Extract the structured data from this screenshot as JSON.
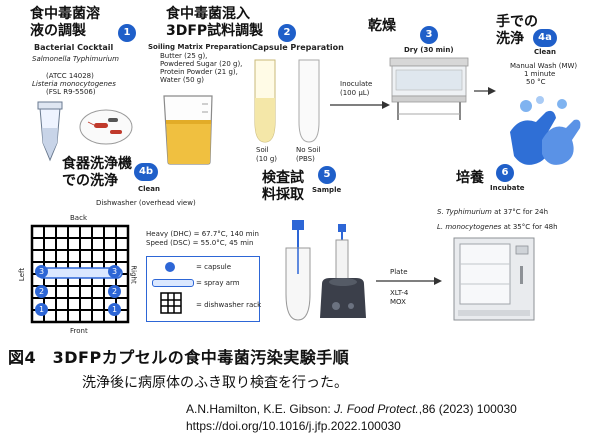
{
  "steps": {
    "s1": {
      "jp_line1": "食中毒菌溶",
      "jp_line2": "液の調製",
      "num": "1",
      "title": "Bacterial Cocktail",
      "line1": "Salmonella Typhimurium",
      "line2": "(ATCC 14028)",
      "line3": "Listeria monocytogenes",
      "line4": "(FSL R9-5506)"
    },
    "s2": {
      "jp_line1": "食中毒菌混入",
      "jp_line2": "3DFP試料調製",
      "num": "2",
      "title": "Soiling Matrix Preparation",
      "line1": "Butter (25 g),",
      "line2": "Powdered Sugar (20 g),",
      "line3": "Protein Powder (21 g),",
      "line4": "Water (50 g)"
    },
    "caps": {
      "title": "Capsule Preparation",
      "soil_label1": "Soil",
      "soil_label2": "(10 g)",
      "nosoil_label1": "No Soil",
      "nosoil_label2": "(PBS)",
      "inoculate1": "Inoculate",
      "inoculate2": "(100 µL)"
    },
    "s3": {
      "jp": "乾燥",
      "num": "3",
      "title": "Dry (30 min)"
    },
    "s4a": {
      "jp_line1": "手での",
      "jp_line2": "洗浄",
      "num": "4a",
      "title": "Clean",
      "line1": "Manual Wash (MW)",
      "line2": "1 minute",
      "line3": "50 °C"
    },
    "s4b": {
      "jp_line1": "食器洗浄機",
      "jp_line2": "での洗浄",
      "num": "4b",
      "title": "Clean",
      "subtitle": "Dishwasher (overhead view)",
      "back": "Back",
      "front": "Front",
      "left": "Left",
      "right": "Right",
      "heavy": "Heavy (DHC) = 67.7°C, 140 min",
      "speed": "Speed (DSC) = 55.0°C, 45 min",
      "legend_capsule": "= capsule",
      "legend_arm": "= spray arm",
      "legend_rack": "= dishwasher rack",
      "rack_numbers": [
        "3",
        "2",
        "1",
        "3",
        "2",
        "1"
      ]
    },
    "s5": {
      "jp_line1": "検査試",
      "jp_line2": "料採取",
      "num": "5",
      "title": "Sample"
    },
    "s6": {
      "jp": "培養",
      "num": "6",
      "title": "Incubate",
      "line1_org": "S. Typhimurium",
      "line1_rest": " at 37°C for 24h",
      "line2_org": "L. monocytogenes",
      "line2_rest": " at 35°C for 48h",
      "plate": "Plate",
      "media1": "XLT-4",
      "media2": "MOX"
    }
  },
  "caption": {
    "title": "図4　3DFPカプセルの食中毒菌汚染実験手順",
    "subtitle": "洗浄後に病原体のふき取り検査を行った。",
    "ref_authors": "A.N.Hamilton, K.E. Gibson: ",
    "ref_journal": "J. Food Protect.",
    "ref_rest": ",86 (2023) 100030",
    "ref_doi": "https://doi.org/10.1016/j.jfp.2022.100030"
  },
  "colors": {
    "badge": "#1f5fc9",
    "liquid": "#f0c040",
    "hood": "#e6e6e6",
    "capsule": "#2d66d6"
  }
}
